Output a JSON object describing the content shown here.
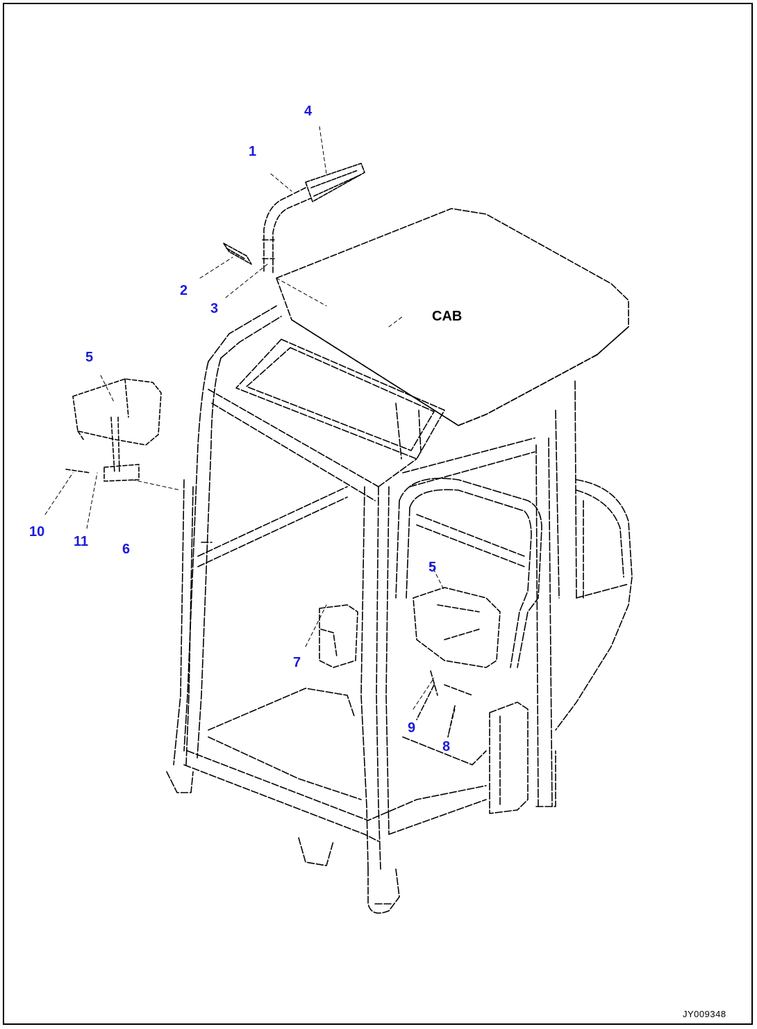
{
  "diagram": {
    "title": "CAB",
    "drawing_id": "JY009348",
    "callouts": [
      {
        "id": "c4",
        "text": "4"
      },
      {
        "id": "c1",
        "text": "1"
      },
      {
        "id": "c2",
        "text": "2"
      },
      {
        "id": "c3",
        "text": "3"
      },
      {
        "id": "c5a",
        "text": "5"
      },
      {
        "id": "c10",
        "text": "10"
      },
      {
        "id": "c11",
        "text": "11"
      },
      {
        "id": "c6",
        "text": "6"
      },
      {
        "id": "c5b",
        "text": "5"
      },
      {
        "id": "c7",
        "text": "7"
      },
      {
        "id": "c9",
        "text": "9"
      },
      {
        "id": "c8",
        "text": "8"
      }
    ],
    "colors": {
      "callout": "#1a1adc",
      "line": "#000000",
      "background": "#ffffff"
    }
  }
}
